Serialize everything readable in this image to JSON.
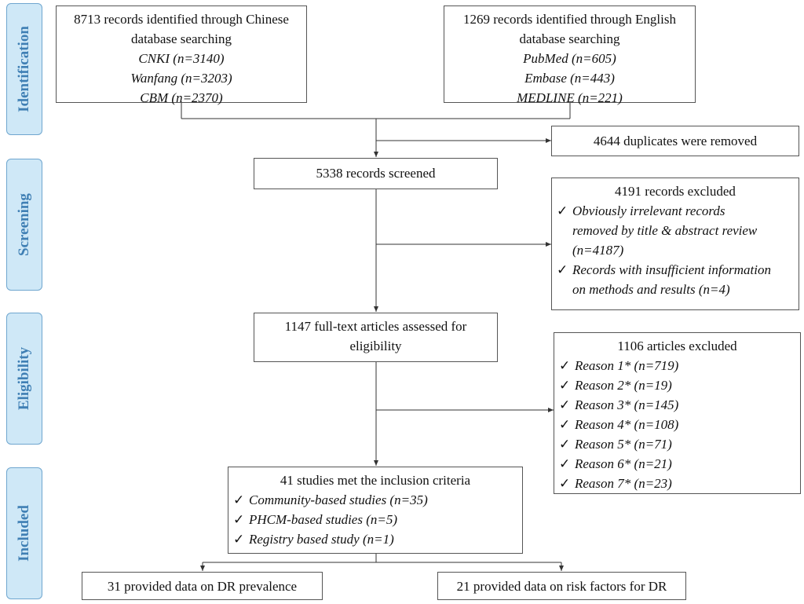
{
  "stages": {
    "identification": "Identification",
    "screening": "Screening",
    "eligibility": "Eligibility",
    "included": "Included"
  },
  "chinese_db": {
    "title_line1": "8713 records identified through Chinese",
    "title_line2": "database searching",
    "items": [
      "CNKI (n=3140)",
      "Wanfang (n=3203)",
      "CBM (n=2370)"
    ]
  },
  "english_db": {
    "title_line1": "1269 records identified through English",
    "title_line2": "database searching",
    "items": [
      "PubMed (n=605)",
      "Embase (n=443)",
      "MEDLINE (n=221)"
    ]
  },
  "duplicates": {
    "text": "4644 duplicates were removed"
  },
  "screened": {
    "text": "5338 records screened"
  },
  "records_excluded": {
    "title": "4191 records excluded",
    "check_symbol": "✓",
    "item1_line1": "Obviously irrelevant records",
    "item1_line2": "removed by title & abstract review",
    "item1_line3": "(n=4187)",
    "item2_line1": "Records with insufficient information",
    "item2_line2": "on methods and results (n=4)"
  },
  "full_text": {
    "line1": "1147 full-text articles assessed for",
    "line2": "eligibility"
  },
  "articles_excluded": {
    "title": "1106 articles excluded",
    "check_symbol": "✓",
    "items": [
      "Reason 1* (n=719)",
      "Reason 2* (n=19)",
      "Reason 3* (n=145)",
      "Reason 4* (n=108)",
      "Reason 5* (n=71)",
      "Reason 6* (n=21)",
      "Reason 7* (n=23)"
    ]
  },
  "included": {
    "title": "41 studies met the inclusion criteria",
    "check_symbol": "✓",
    "items": [
      "Community-based studies (n=35)",
      "PHCM-based studies (n=5)",
      "Registry based study (n=1)"
    ]
  },
  "prevalence": {
    "text": "31 provided data on DR prevalence"
  },
  "risk_factors": {
    "text": "21 provided data on risk factors for DR"
  },
  "colors": {
    "stage_fill": "#cfe8f7",
    "stage_border": "#6fa6cf",
    "stage_text": "#3f7fb4",
    "box_border": "#555555",
    "line": "#333333"
  }
}
